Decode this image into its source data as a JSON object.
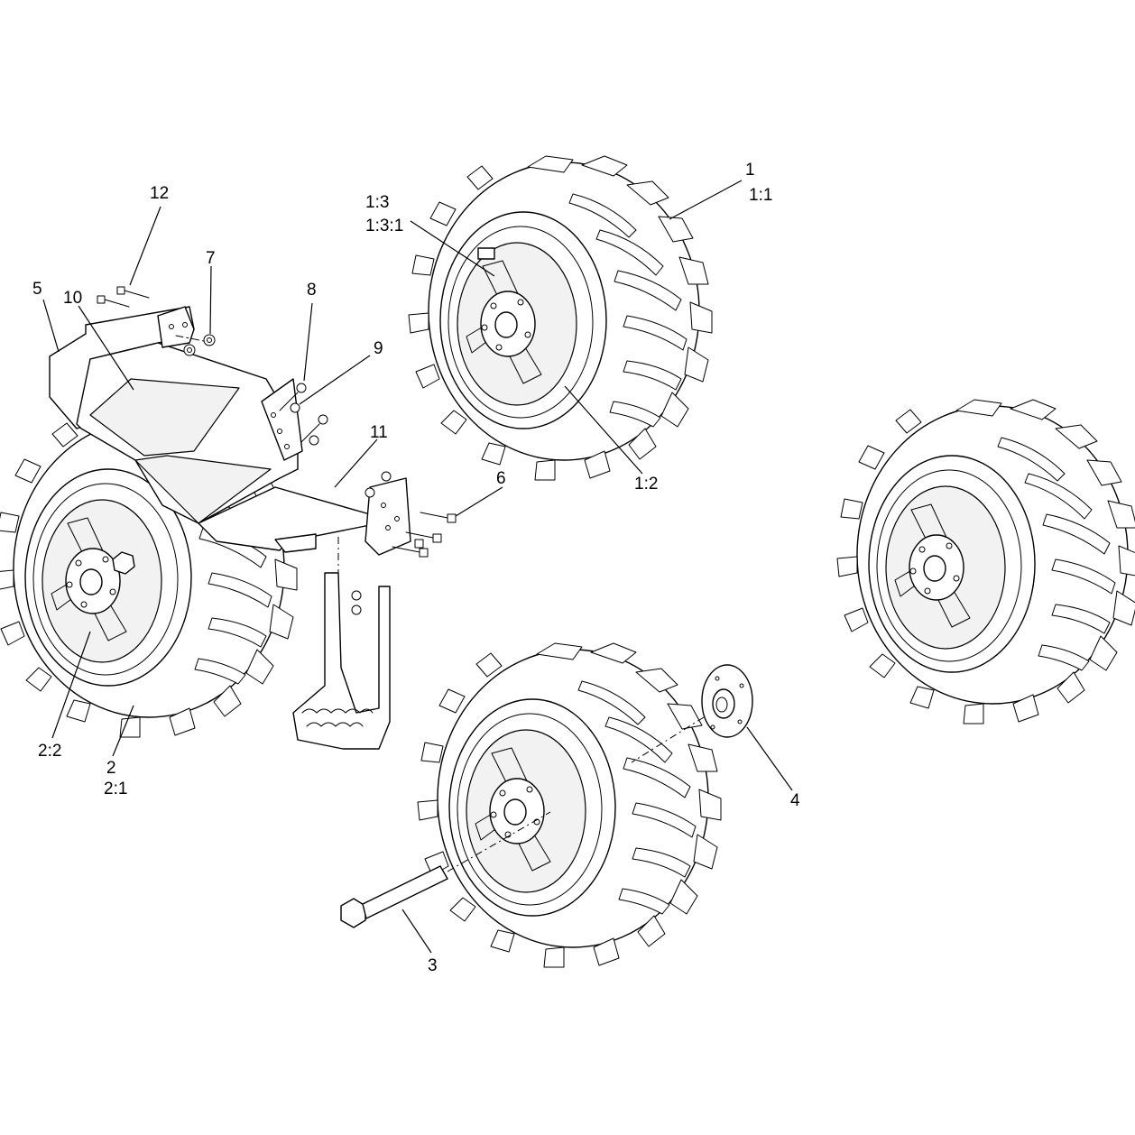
{
  "callouts": [
    {
      "id": "c1a",
      "text": "1"
    },
    {
      "id": "c1b",
      "text": "1:1"
    },
    {
      "id": "c13a",
      "text": "1:3"
    },
    {
      "id": "c13b",
      "text": "1:3:1"
    },
    {
      "id": "c12",
      "text": "1:2"
    },
    {
      "id": "c_12",
      "text": "12"
    },
    {
      "id": "c7",
      "text": "7"
    },
    {
      "id": "c5",
      "text": "5"
    },
    {
      "id": "c10",
      "text": "10"
    },
    {
      "id": "c8",
      "text": "8"
    },
    {
      "id": "c9",
      "text": "9"
    },
    {
      "id": "c11",
      "text": "11"
    },
    {
      "id": "c6",
      "text": "6"
    },
    {
      "id": "c22",
      "text": "2:2"
    },
    {
      "id": "c2a",
      "text": "2"
    },
    {
      "id": "c2b",
      "text": "2:1"
    },
    {
      "id": "c4",
      "text": "4"
    },
    {
      "id": "c3",
      "text": "3"
    }
  ]
}
